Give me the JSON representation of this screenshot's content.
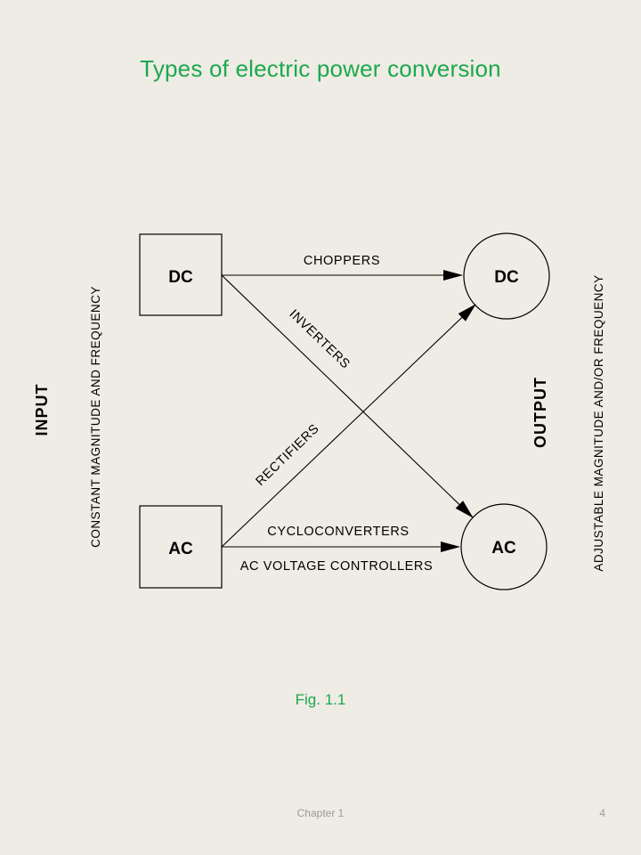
{
  "title": "Types of electric power conversion",
  "input": {
    "title": "INPUT",
    "subtitle": "CONSTANT MAGNITUDE AND FREQUENCY",
    "dc_label": "DC",
    "ac_label": "AC"
  },
  "output": {
    "title": "OUTPUT",
    "subtitle": "ADJUSTABLE MAGNITUDE AND/OR FREQUENCY",
    "dc_label": "DC",
    "ac_label": "AC"
  },
  "conversions": {
    "choppers": "CHOPPERS",
    "inverters": "INVERTERS",
    "rectifiers": "RECTIFIERS",
    "cycloconverters": "CYCLOCONVERTERS",
    "ac_voltage_controllers": "AC VOLTAGE CONTROLLERS"
  },
  "figure_caption": "Fig. 1.1",
  "footer": {
    "chapter": "Chapter 1",
    "page": "4"
  }
}
